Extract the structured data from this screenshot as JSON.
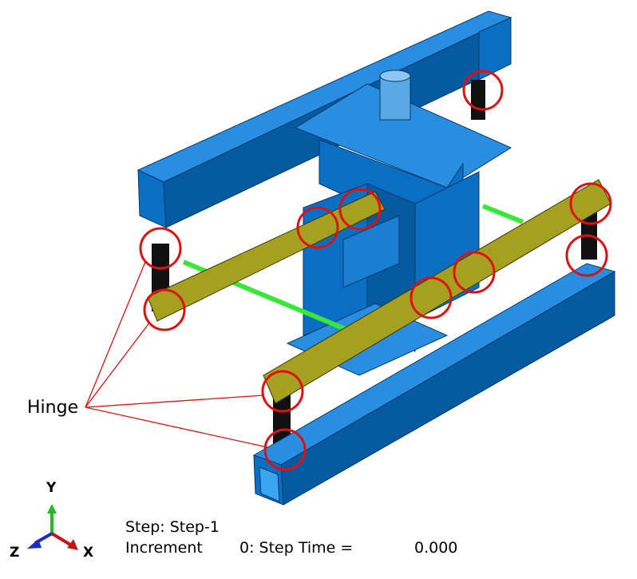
{
  "annotation": {
    "label": "Hinge",
    "circle_count": 11
  },
  "triad": {
    "x": "X",
    "y": "Y",
    "z": "Z"
  },
  "status": {
    "step_line": "Step: Step-1",
    "increment_label": "Increment",
    "increment_value": "0: Step Time =",
    "step_time": "0.000"
  },
  "colors": {
    "frame": "#0a6fc2",
    "frame_dark": "#06508e",
    "link_bar": "#a6a020",
    "rod": "#39e639",
    "highlight": "#e01010"
  }
}
